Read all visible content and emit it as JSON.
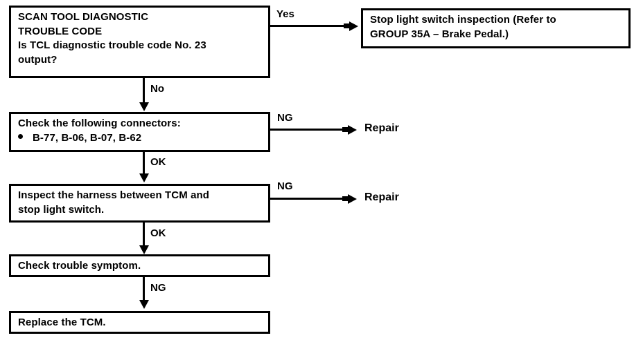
{
  "diagram": {
    "title": "TCL diagnostic trouble code No. 23 troubleshooting flowchart",
    "ink_color": "#000000",
    "background_color": "#ffffff",
    "nodes": {
      "scan_tool": {
        "heading_line1": "SCAN TOOL DIAGNOSTIC",
        "heading_line2": "TROUBLE CODE",
        "question_line1": "Is TCL diagnostic trouble code No. 23",
        "question_line2": "output?"
      },
      "stop_light_inspection": {
        "line1": "Stop light switch inspection (Refer to",
        "line2": "GROUP 35A – Brake Pedal.)"
      },
      "check_connectors": {
        "line1": "Check the following connectors:",
        "line2": "B-77, B-06, B-07, B-62"
      },
      "inspect_harness": {
        "line1": "Inspect the harness between TCM and",
        "line2": "stop light switch."
      },
      "check_symptom": {
        "line1": "Check trouble symptom."
      },
      "replace_tcm": {
        "line1": "Replace the TCM."
      }
    },
    "terminals": {
      "repair_1": "Repair",
      "repair_2": "Repair"
    },
    "edge_labels": {
      "yes": "Yes",
      "no": "No",
      "ng_connectors": "NG",
      "ok_connectors": "OK",
      "ng_harness": "NG",
      "ok_harness": "OK",
      "ng_symptom": "NG"
    }
  }
}
